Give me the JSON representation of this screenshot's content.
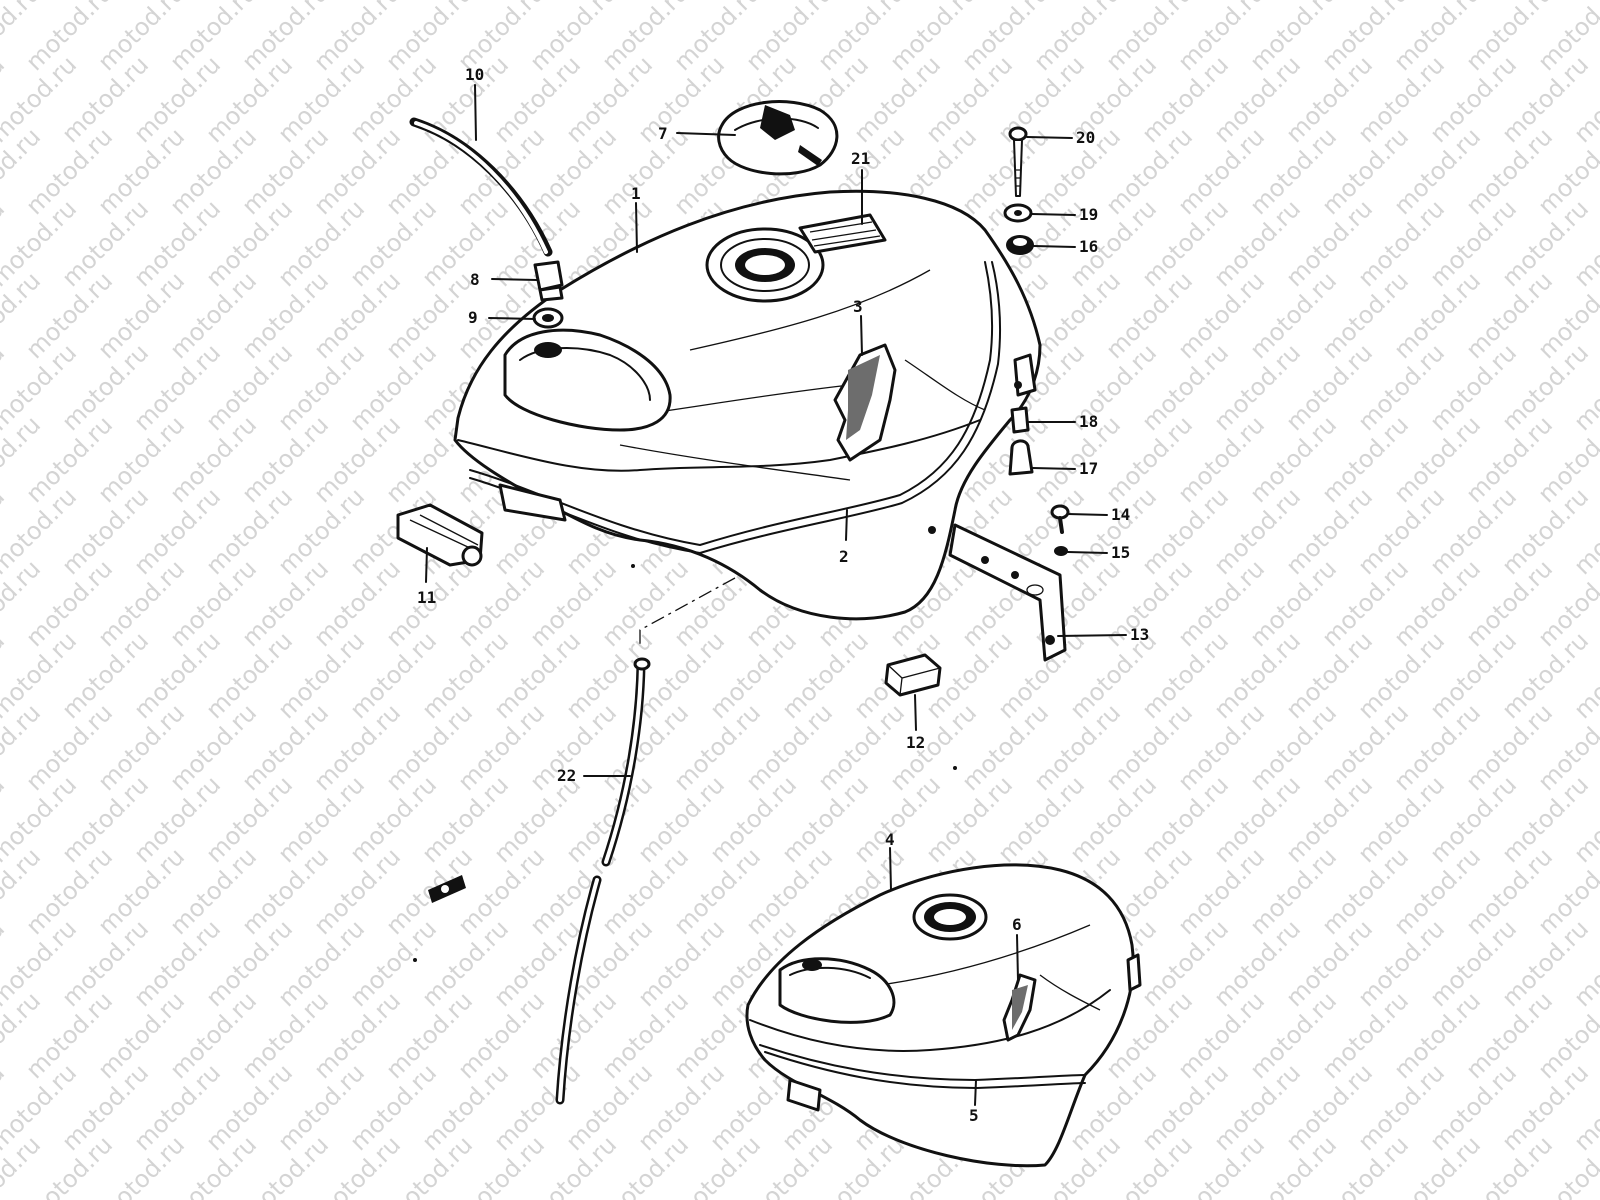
{
  "watermark": {
    "text": "motod.ru"
  },
  "callouts": [
    {
      "id": "c1",
      "label": "1"
    },
    {
      "id": "c2",
      "label": "2"
    },
    {
      "id": "c3",
      "label": "3"
    },
    {
      "id": "c4",
      "label": "4"
    },
    {
      "id": "c5",
      "label": "5"
    },
    {
      "id": "c6",
      "label": "6"
    },
    {
      "id": "c7",
      "label": "7"
    },
    {
      "id": "c8",
      "label": "8"
    },
    {
      "id": "c9",
      "label": "9"
    },
    {
      "id": "c10",
      "label": "10"
    },
    {
      "id": "c11",
      "label": "11"
    },
    {
      "id": "c12",
      "label": "12"
    },
    {
      "id": "c13",
      "label": "13"
    },
    {
      "id": "c14",
      "label": "14"
    },
    {
      "id": "c15",
      "label": "15"
    },
    {
      "id": "c16",
      "label": "16"
    },
    {
      "id": "c17",
      "label": "17"
    },
    {
      "id": "c18",
      "label": "18"
    },
    {
      "id": "c19",
      "label": "19"
    },
    {
      "id": "c20",
      "label": "20"
    },
    {
      "id": "c21",
      "label": "21"
    },
    {
      "id": "c22",
      "label": "22"
    }
  ],
  "colors": {
    "ink": "#111111",
    "watermark": "#d4d4d4",
    "background": "#ffffff"
  }
}
